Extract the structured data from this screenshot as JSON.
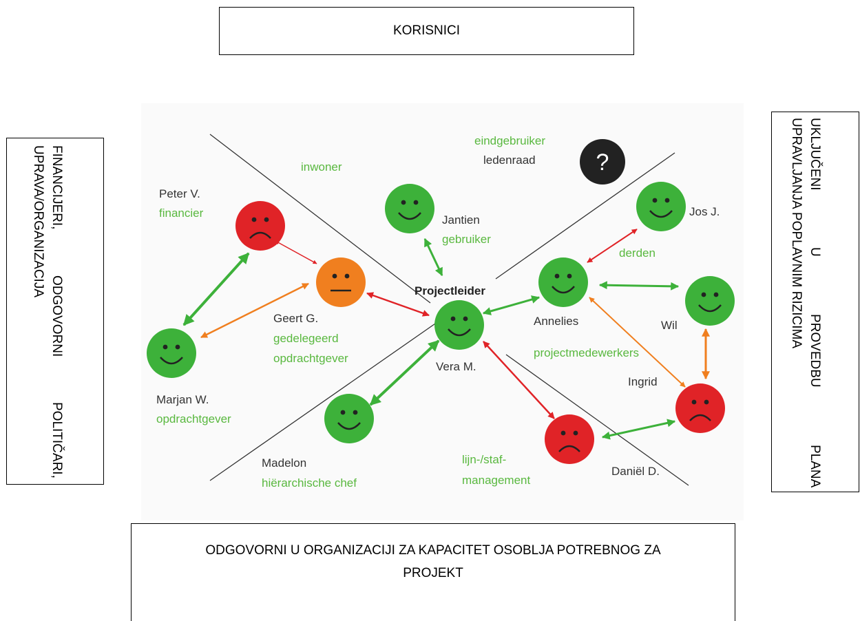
{
  "boxes": {
    "top": "KORISNICI",
    "bottom_line1": "ODGOVORNI U ORGANIZACIJI ZA KAPACITET OSOBLJA POTREBNOG ZA",
    "bottom_line2": "PROJEKT",
    "left_line1": [
      "FINANCIJERI,",
      "ODGOVORNI",
      "POLITIČARI,"
    ],
    "left_line2": "UPRAVA/ORGANIZACIJA",
    "right_line1": [
      "UKLJUČENI",
      "U",
      "PROVEDBU",
      "PLANA"
    ],
    "right_line2": "UPRAVLJANJA POPLAVNIM RIZICIMA"
  },
  "diagram": {
    "colors": {
      "green": "#3db13a",
      "red": "#e02327",
      "orange": "#f07f1f",
      "dark": "#222222",
      "label_green": "#59b83f",
      "line": "#333333"
    },
    "groups": {
      "inwoner": "inwoner",
      "eindgebruiker": "eindgebruiker",
      "ledenraad": "ledenraad",
      "derden": "derden",
      "projectmedewerkers": "projectmedewerkers",
      "lijn_staf_1": "lijn-/staf-",
      "lijn_staf_2": "management"
    },
    "people": {
      "peter": {
        "name": "Peter V.",
        "role": "financier",
        "mood": "sad"
      },
      "geert": {
        "name": "Geert G.",
        "role1": "gedelegeerd",
        "role2": "opdrachtgever",
        "mood": "neutral"
      },
      "marjan": {
        "name": "Marjan W.",
        "role": "opdrachtgever",
        "mood": "happy"
      },
      "jantien": {
        "name": "Jantien",
        "role": "gebruiker",
        "mood": "happy"
      },
      "vera": {
        "name": "Vera M.",
        "title": "Projectleider",
        "mood": "happy"
      },
      "madelon": {
        "name": "Madelon",
        "role": "hiërarchische chef",
        "mood": "happy"
      },
      "unknown": {
        "glyph": "?",
        "mood": "unknown"
      },
      "jos": {
        "name": "Jos J.",
        "mood": "happy"
      },
      "annelies": {
        "name": "Annelies",
        "mood": "happy"
      },
      "wil": {
        "name": "Wil",
        "mood": "happy"
      },
      "ingrid": {
        "name": "Ingrid",
        "mood": "sad"
      },
      "daniel": {
        "name": "Daniël D.",
        "mood": "sad"
      }
    }
  }
}
